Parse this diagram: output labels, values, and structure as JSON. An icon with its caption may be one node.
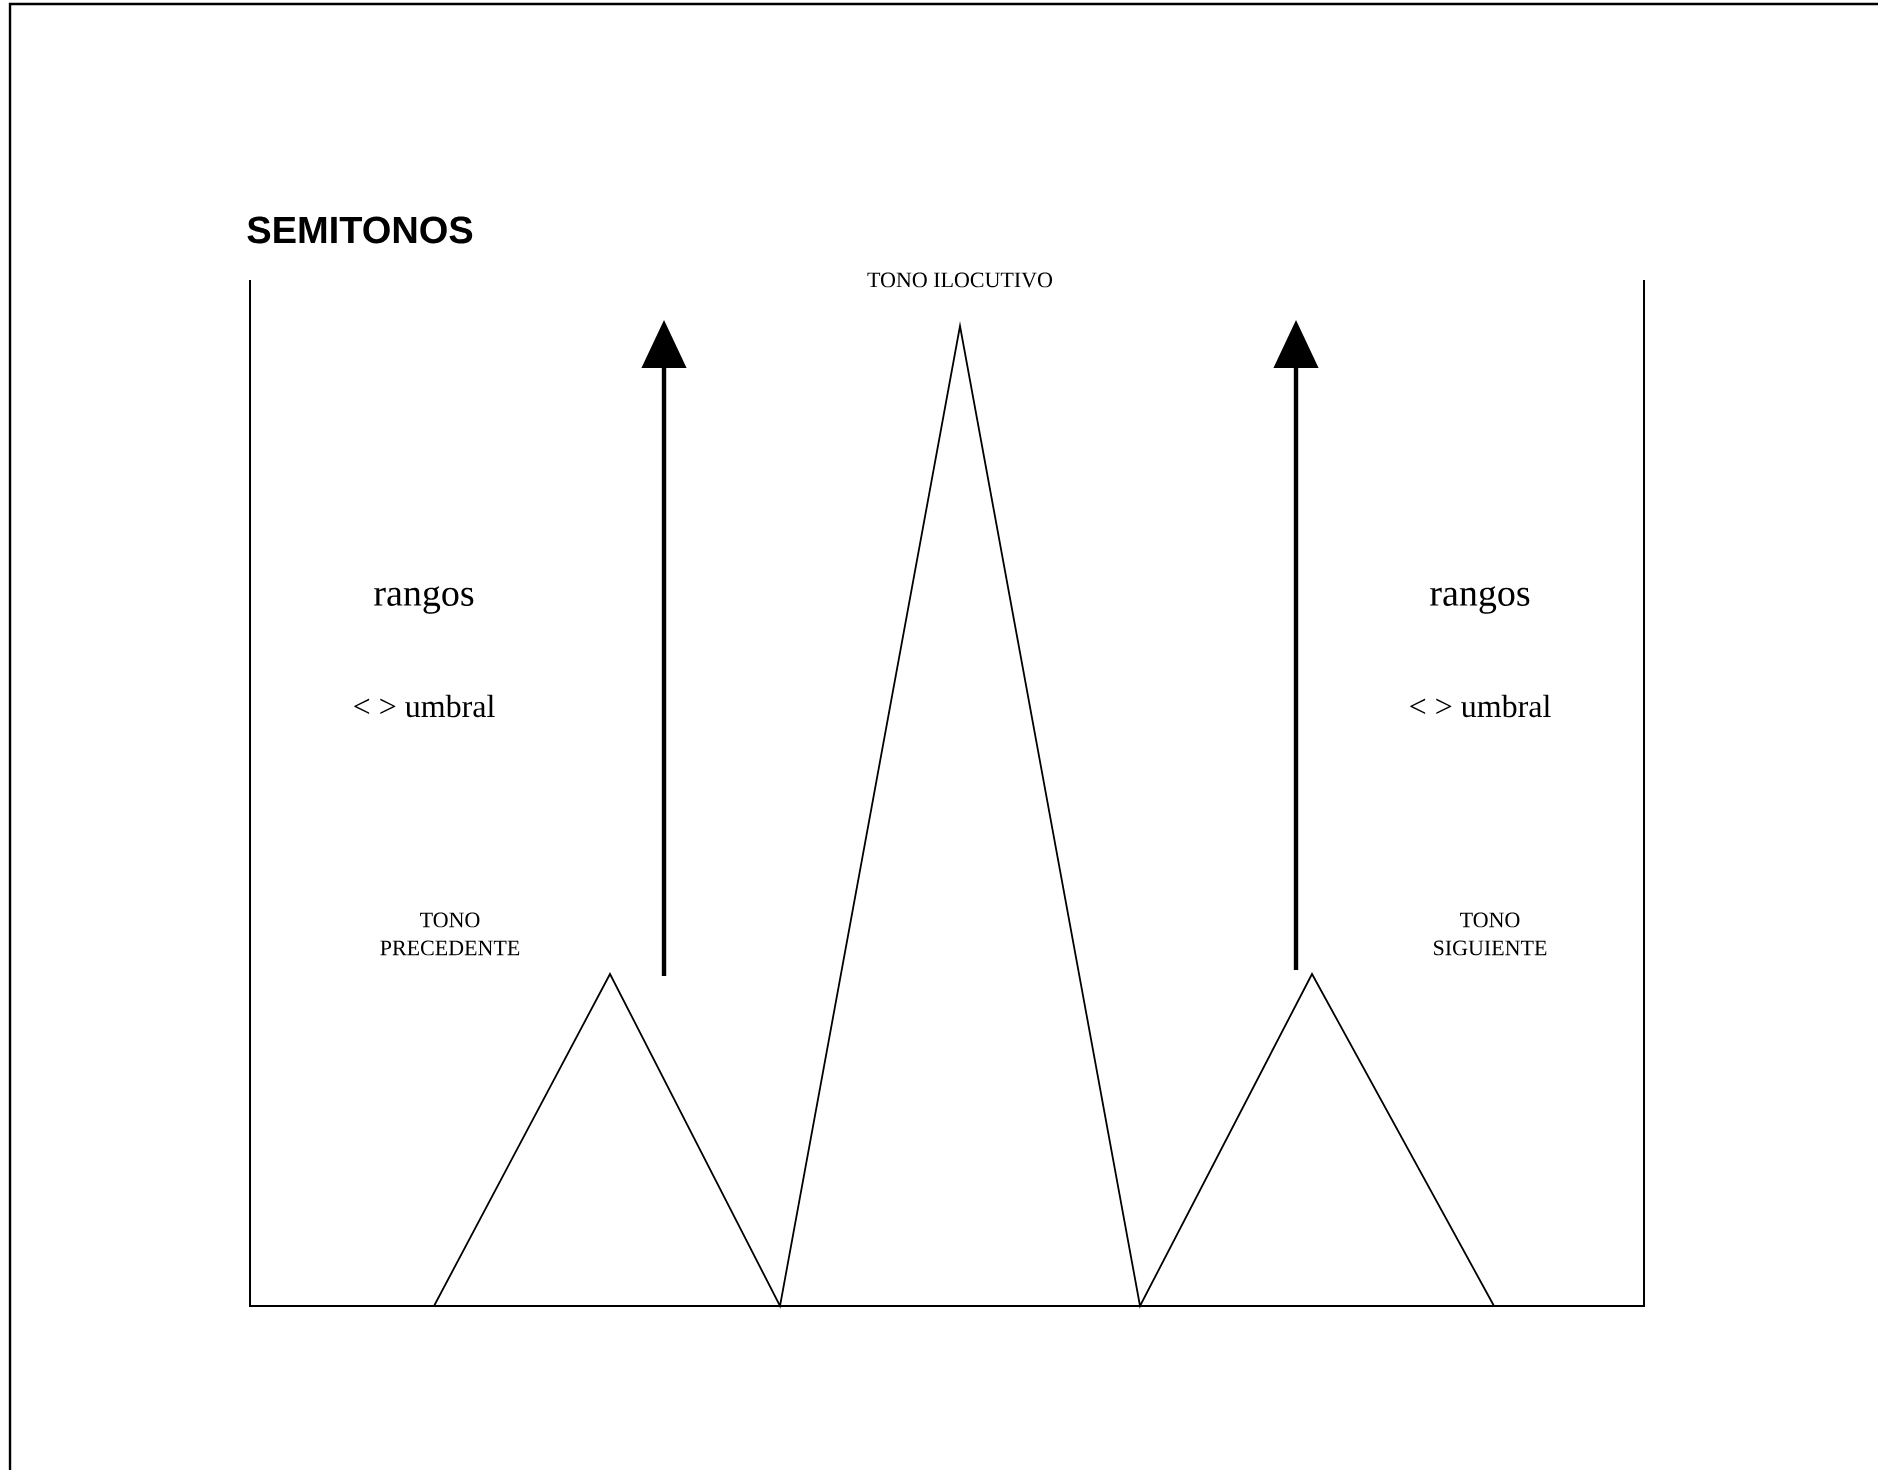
{
  "diagram": {
    "labels": [
      "SEMITONOS",
      "TONO ILOCUTIVO",
      "rangos",
      "rangos",
      "< > umbral",
      "< > umbral",
      "TONO PRECEDENTE",
      "TONO SIGUIENTE"
    ]
  }
}
